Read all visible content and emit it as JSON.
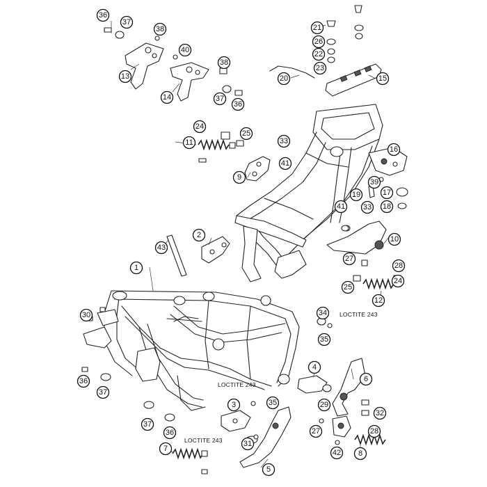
{
  "callouts": {
    "c36a": "36",
    "c37a": "37",
    "c38a": "38",
    "c40": "40",
    "c38b": "38",
    "c13": "13",
    "c14": "14",
    "c37b": "37",
    "c36b": "36",
    "c21": "21",
    "c26": "26",
    "c22": "22",
    "c23": "23",
    "c20": "20",
    "c15": "15",
    "c24a": "24",
    "c25a": "25",
    "c11": "11",
    "c33a": "33",
    "c41a": "41",
    "c9": "9",
    "c16": "16",
    "c19": "19",
    "c39": "39",
    "c17": "17",
    "c18": "18",
    "c2": "2",
    "c41b": "41",
    "c33b": "33",
    "c10": "10",
    "c43": "43",
    "c27a": "27",
    "c28a": "28",
    "c1": "1",
    "c25b": "25",
    "c24b": "24",
    "c12": "12",
    "c30": "30",
    "c34": "34",
    "c35a": "35",
    "c4": "4",
    "c6": "6",
    "c36c": "36",
    "c37c": "37",
    "c3": "3",
    "c35b": "35",
    "c29": "29",
    "c32": "32",
    "c37d": "37",
    "c36d": "36",
    "c27b": "27",
    "c28b": "28",
    "c42": "42",
    "c8": "8",
    "c7": "7",
    "c31": "31",
    "c5": "5"
  },
  "notes": {
    "loctite1": "LOCTITE 243",
    "loctite2": "LOCTITE 243",
    "loctite3": "LOCTITE 243"
  }
}
